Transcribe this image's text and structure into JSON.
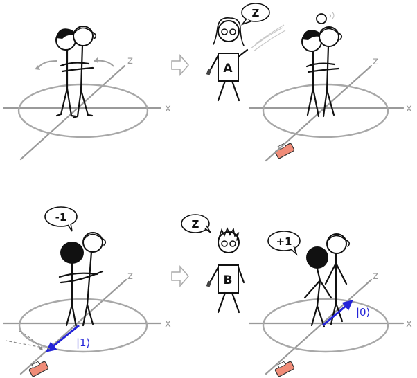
{
  "axes": {
    "x_label": "x",
    "z_label": "z"
  },
  "bubbles": {
    "observer_a": "Z",
    "observer_b": "Z",
    "result_minus": "-1",
    "result_plus": "+1"
  },
  "observers": {
    "a_label": "A",
    "b_label": "B"
  },
  "states": {
    "ket_one": "|1⟩",
    "ket_zero": "|0⟩"
  },
  "colors": {
    "state_vector": "#2323d8",
    "eraser": "#f08c78",
    "axis": "#9a9a9a"
  }
}
